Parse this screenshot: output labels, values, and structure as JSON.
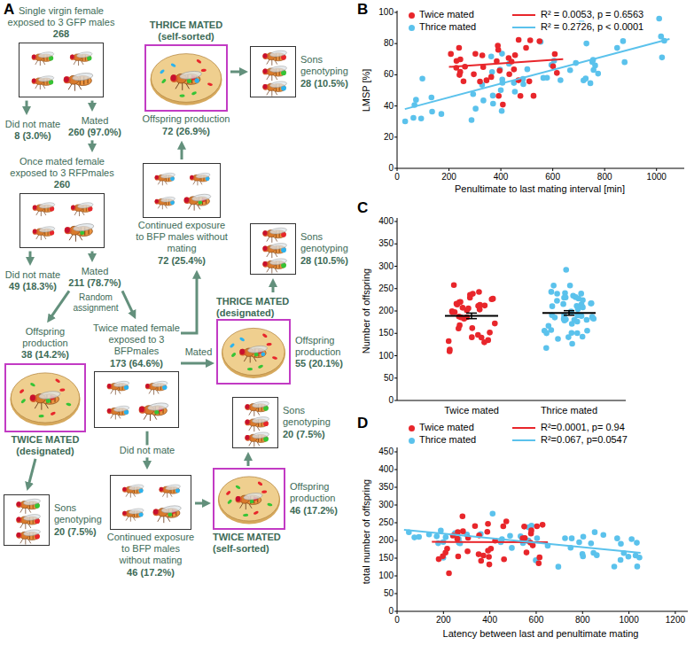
{
  "diagram": {
    "nodes": [
      {
        "text": [
          "Single virgin female exposed to 3 GFP males",
          "268"
        ]
      },
      {
        "text": [
          "Did not mate",
          "8 (3.0%)"
        ]
      },
      {
        "text": [
          "Mated",
          "260 (97.0%)"
        ]
      },
      {
        "text": [
          "Once mated female exposed to 3 RFPmales",
          "260"
        ]
      },
      {
        "text": [
          "Did not mate",
          "49 (18.3%)"
        ]
      },
      {
        "text": [
          "Mated",
          "211 (78.7%)"
        ]
      },
      {
        "text": [
          "Offspring production",
          "38 (14.2%)",
          "TWICE MATED (designated)"
        ]
      },
      {
        "text": [
          "Twice mated female exposed to 3 BFPmales",
          "173 (64.6%)"
        ]
      },
      {
        "text": [
          "Sons genotyping",
          "20 (7.5%)"
        ]
      },
      {
        "text": [
          "Continued exposure to BFP males without mating",
          "46 (17.2%)"
        ]
      },
      {
        "text": [
          "Offspring production",
          "46 (17.2%)",
          "TWICE MATED (self-sorted)"
        ]
      },
      {
        "text": [
          "Sons genotyping",
          "20 (7.5%)"
        ]
      },
      {
        "text": [
          "THRICE MATED (designated)",
          "Offspring production",
          "55 (20.1%)"
        ]
      },
      {
        "text": [
          "Sons genotyping",
          "28 (10.5%)"
        ]
      },
      {
        "text": [
          "Continued exposure to BFP males without mating",
          "72 (25.4%)"
        ]
      },
      {
        "text": [
          "THRICE MATED (self-sorted)",
          "Offspring production",
          "72 (26.9%)"
        ]
      },
      {
        "text": [
          "Sons genotyping",
          "28 (10.5%)"
        ]
      }
    ],
    "edges": [
      {
        "from": 0,
        "to": 1,
        "arrow": "to"
      },
      {
        "from": 0,
        "to": 2,
        "arrow": "to"
      },
      {
        "from": 2,
        "to": 3,
        "arrow": "to"
      },
      {
        "from": 3,
        "to": 4,
        "arrow": "to"
      },
      {
        "from": 3,
        "to": 5,
        "arrow": "to"
      },
      {
        "from": 5,
        "to": 6,
        "arrow": "to"
      },
      {
        "from": 5,
        "to": 7,
        "arrow": "to"
      },
      {
        "from": 6,
        "to": 8,
        "arrow": "to"
      },
      {
        "from": 7,
        "to": 9,
        "label": "Did not mate",
        "arrow": "to"
      },
      {
        "from": 9,
        "to": 10,
        "arrow": "to"
      },
      {
        "from": 10,
        "to": 11,
        "arrow": "to"
      },
      {
        "from": 7,
        "to": 12,
        "label": "Mated",
        "arrow": "to"
      },
      {
        "from": 12,
        "to": 13,
        "arrow": "to"
      },
      {
        "from": 7,
        "to": 14,
        "arrow": "to"
      },
      {
        "from": 14,
        "to": 15,
        "arrow": "to"
      },
      {
        "from": 15,
        "to": 16,
        "arrow": "to"
      }
    ],
    "labels": [
      "A",
      "Random assignment",
      "B",
      "Penultimate to last mating interval [min]",
      "LMSP [%]",
      "0",
      "20",
      "40",
      "60",
      "80",
      "100",
      "0",
      "200",
      "400",
      "600",
      "800",
      "1000",
      "C",
      "Number of offspring",
      "0",
      "50",
      "100",
      "150",
      "200",
      "250",
      "300",
      "350",
      "400",
      "Twice mated",
      "Thrice mated",
      "D",
      "total number of offspring",
      "Latency between last and penultimate mating",
      "0",
      "50",
      "100",
      "150",
      "200",
      "250",
      "300",
      "350",
      "400",
      "450",
      "0",
      "200",
      "400",
      "600",
      "800",
      "1000",
      "1200"
    ],
    "legend": [
      {
        "text": "Twice mated",
        "color": "#e8262b"
      },
      {
        "text": "Thrice mated",
        "color": "#5bc2ec"
      },
      {
        "text": "R² = 0.0053, p = 0.6563"
      },
      {
        "text": "R² = 0.2726, p < 0.0001"
      },
      {
        "text": "Twice mated",
        "color": "#e8262b"
      },
      {
        "text": "Thrice mated",
        "color": "#5bc2ec"
      },
      {
        "text": "R²=0.0001, p= 0.94"
      },
      {
        "text": "R²=0.067, p=0.0547"
      }
    ]
  }
}
